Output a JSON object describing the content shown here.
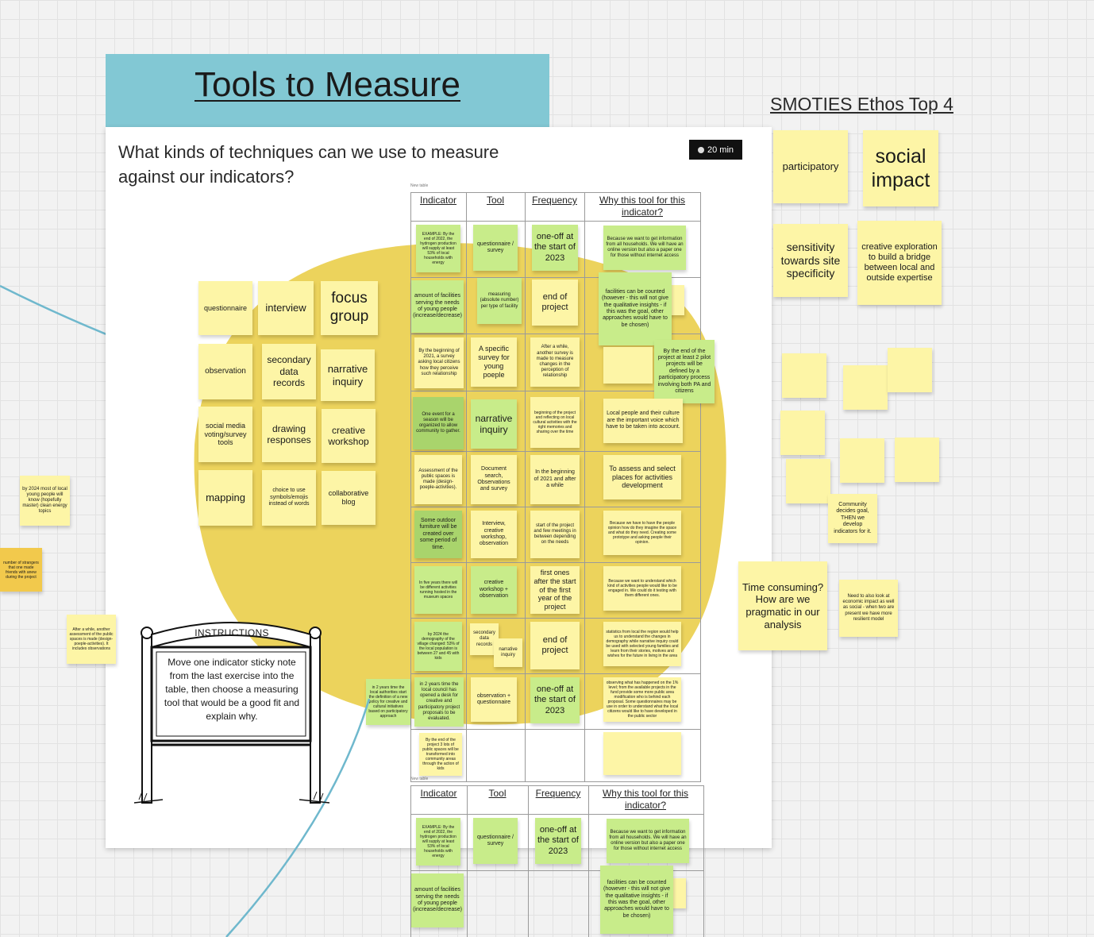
{
  "header": {
    "title": "Tools to Measure"
  },
  "question": "What kinds of techniques can we use to measure against our indicators?",
  "timer": {
    "label": "20 min"
  },
  "ethos": {
    "heading": "SMOTIES Ethos Top 4"
  },
  "table1": {
    "caption": "New table",
    "headers": [
      "Indicator",
      "Tool",
      "Frequency",
      "Why this tool for this indicator?"
    ]
  },
  "table2": {
    "caption": "New table",
    "headers": [
      "Indicator",
      "Tool",
      "Frequency",
      "Why this tool for this indicator?"
    ]
  },
  "instructions": {
    "title": "INSTRUCTIONS",
    "text": "Move one indicator sticky note from the last exercise into the table, then choose a measuring tool that would be a good fit and explain why."
  },
  "tool_notes": [
    "questionnaire",
    "interview",
    "focus group",
    "observation",
    "secondary data records",
    "narrative inquiry",
    "social media voting/survey tools",
    "drawing responses",
    "creative workshop",
    "mapping",
    "choice to use symbols/emojis instead of words",
    "collaborative blog"
  ],
  "rows": [
    {
      "indicator": "EXAMPLE: By the end of 2022, the hydrogen production will supply at least 53% of local households with energy",
      "tool": "questionnaire / survey",
      "frequency": "one-off at the start of 2023",
      "why": "Because we want to get information from all households. We will have an online version but also a paper one for those without internet access"
    },
    {
      "indicator": "amount of facilities serving the needs of young people (increase/decrease)",
      "tool": "measuring (absolute number) per type of facility",
      "frequency": "end of project",
      "why": "facilities can be counted (however - this will not give the qualitative insights - if this was the goal, other approaches would have to be chosen)"
    },
    {
      "indicator": "By the beginning of 2021, a survey asking local citizens how they perceive such relationship",
      "tool": "A specific survey for young poeple",
      "frequency": "After a while, another survey is made to measure changes in the perception of relationship",
      "why": "By the end of the project at least 2 pilot projects will be defined by a participatory process involving both PA and citizens"
    },
    {
      "indicator": "One event for a season will be organized to allow community to gather.",
      "tool": "narrative inquiry",
      "frequency": "beginning of the project and reflecting on local cultural activities with the right memories and sharing over the time",
      "why": "Local people and their culture are the important voice which have to be taken into account."
    },
    {
      "indicator": "Assessment of the public spaces is made (design-poeple-activities).",
      "tool": "Document search, Observations and survey",
      "frequency": "In the beginning of 2021 and after a while",
      "why": "To assess and select places for activities development"
    },
    {
      "indicator": "Some outdoor furniture will be created over some period of time.",
      "tool": "Interview, creative workshop, observation",
      "frequency": "start of the project and few meetings in between depending on the needs",
      "why": "Because we have to have the people opinion how do they imagine the space and what do they need. Creating some prototype and asking people their opinion."
    },
    {
      "indicator": "In five years there will be different activities running hosted in the museum spaces",
      "tool": "creative workshop + observation",
      "frequency": "first ones after the start of the first year of the project",
      "why": "Because we want to understand which kind of activities people would like to be engaged in. We could do it testing with them different ones."
    },
    {
      "indicator": "by 2024 the demography of the village changed: 53% of the local population is between 27 and 45 with kids",
      "tool_a": "secondary data records",
      "tool_b": "narrative inquiry",
      "frequency": "end of project",
      "why": "statistics from local the region would help us to understand the changes in demography while narrative inquiry could be used with selected young families and learn from their stories, motives and wishes for the future in living in the area"
    },
    {
      "indicator": "in 2 years time the local council has opened a desk for creative and participatory project proposals to be evaluated.",
      "side_note": "in 2 years time the local authorities start the definition of a new policy for creative and cultural initiatives based on participatory approach",
      "tool": "observation + questionnaire",
      "frequency": "one-off at the start of 2023",
      "why": "observing what has happened on the 1% level; from the available projects in the fund provide some more public area modification who is behind each proposal. Some questionnaires may be use in order to understand what the local citizens would like to have developed in the public sector"
    },
    {
      "indicator": "By the end of the project 3 lots of public spaces will be transformed into community areas through the action of kids"
    }
  ],
  "rows2": [
    {
      "indicator": "EXAMPLE: By the end of 2022, the hydrogen production will supply at least 53% of local households with energy",
      "tool": "questionnaire / survey",
      "frequency": "one-off at the start of 2023",
      "why": "Because we want to get information from all households. We will have an online version but also a paper one for those without internet access"
    },
    {
      "indicator": "amount of facilities serving the needs of young people (increase/decrease)",
      "why": "facilities can be counted (however - this will not give the qualitative insights - if this was the goal, other approaches would have to be chosen)"
    }
  ],
  "ethos_notes": [
    "participatory",
    "social impact",
    "sensitivity towards site specificity",
    "creative exploration to build a bridge between local and outside expertise"
  ],
  "right_notes": {
    "community": "Community decides goal, THEN we develop indicators for it.",
    "time": "Time consuming? How are we pragmatic in our analysis",
    "economic": "Need to also look at economic impact as well as social - when two are present we have more resilient model"
  },
  "left_notes": {
    "energy": "by 2024 most of local young people will know (hopefully master) clean energy topics",
    "strangers": "number of strangers that one made friends with anew during the project",
    "assessment": "After a while, another assessment of the public spaces is made (design-poeple-activities). It includes observations"
  },
  "colors": {
    "header_bg": "#82c8d4",
    "sticky_yellow": "#fdf5a6",
    "sticky_green": "#c8ec8a",
    "blob": "#ecd35c",
    "connector": "#6fb8cd"
  }
}
